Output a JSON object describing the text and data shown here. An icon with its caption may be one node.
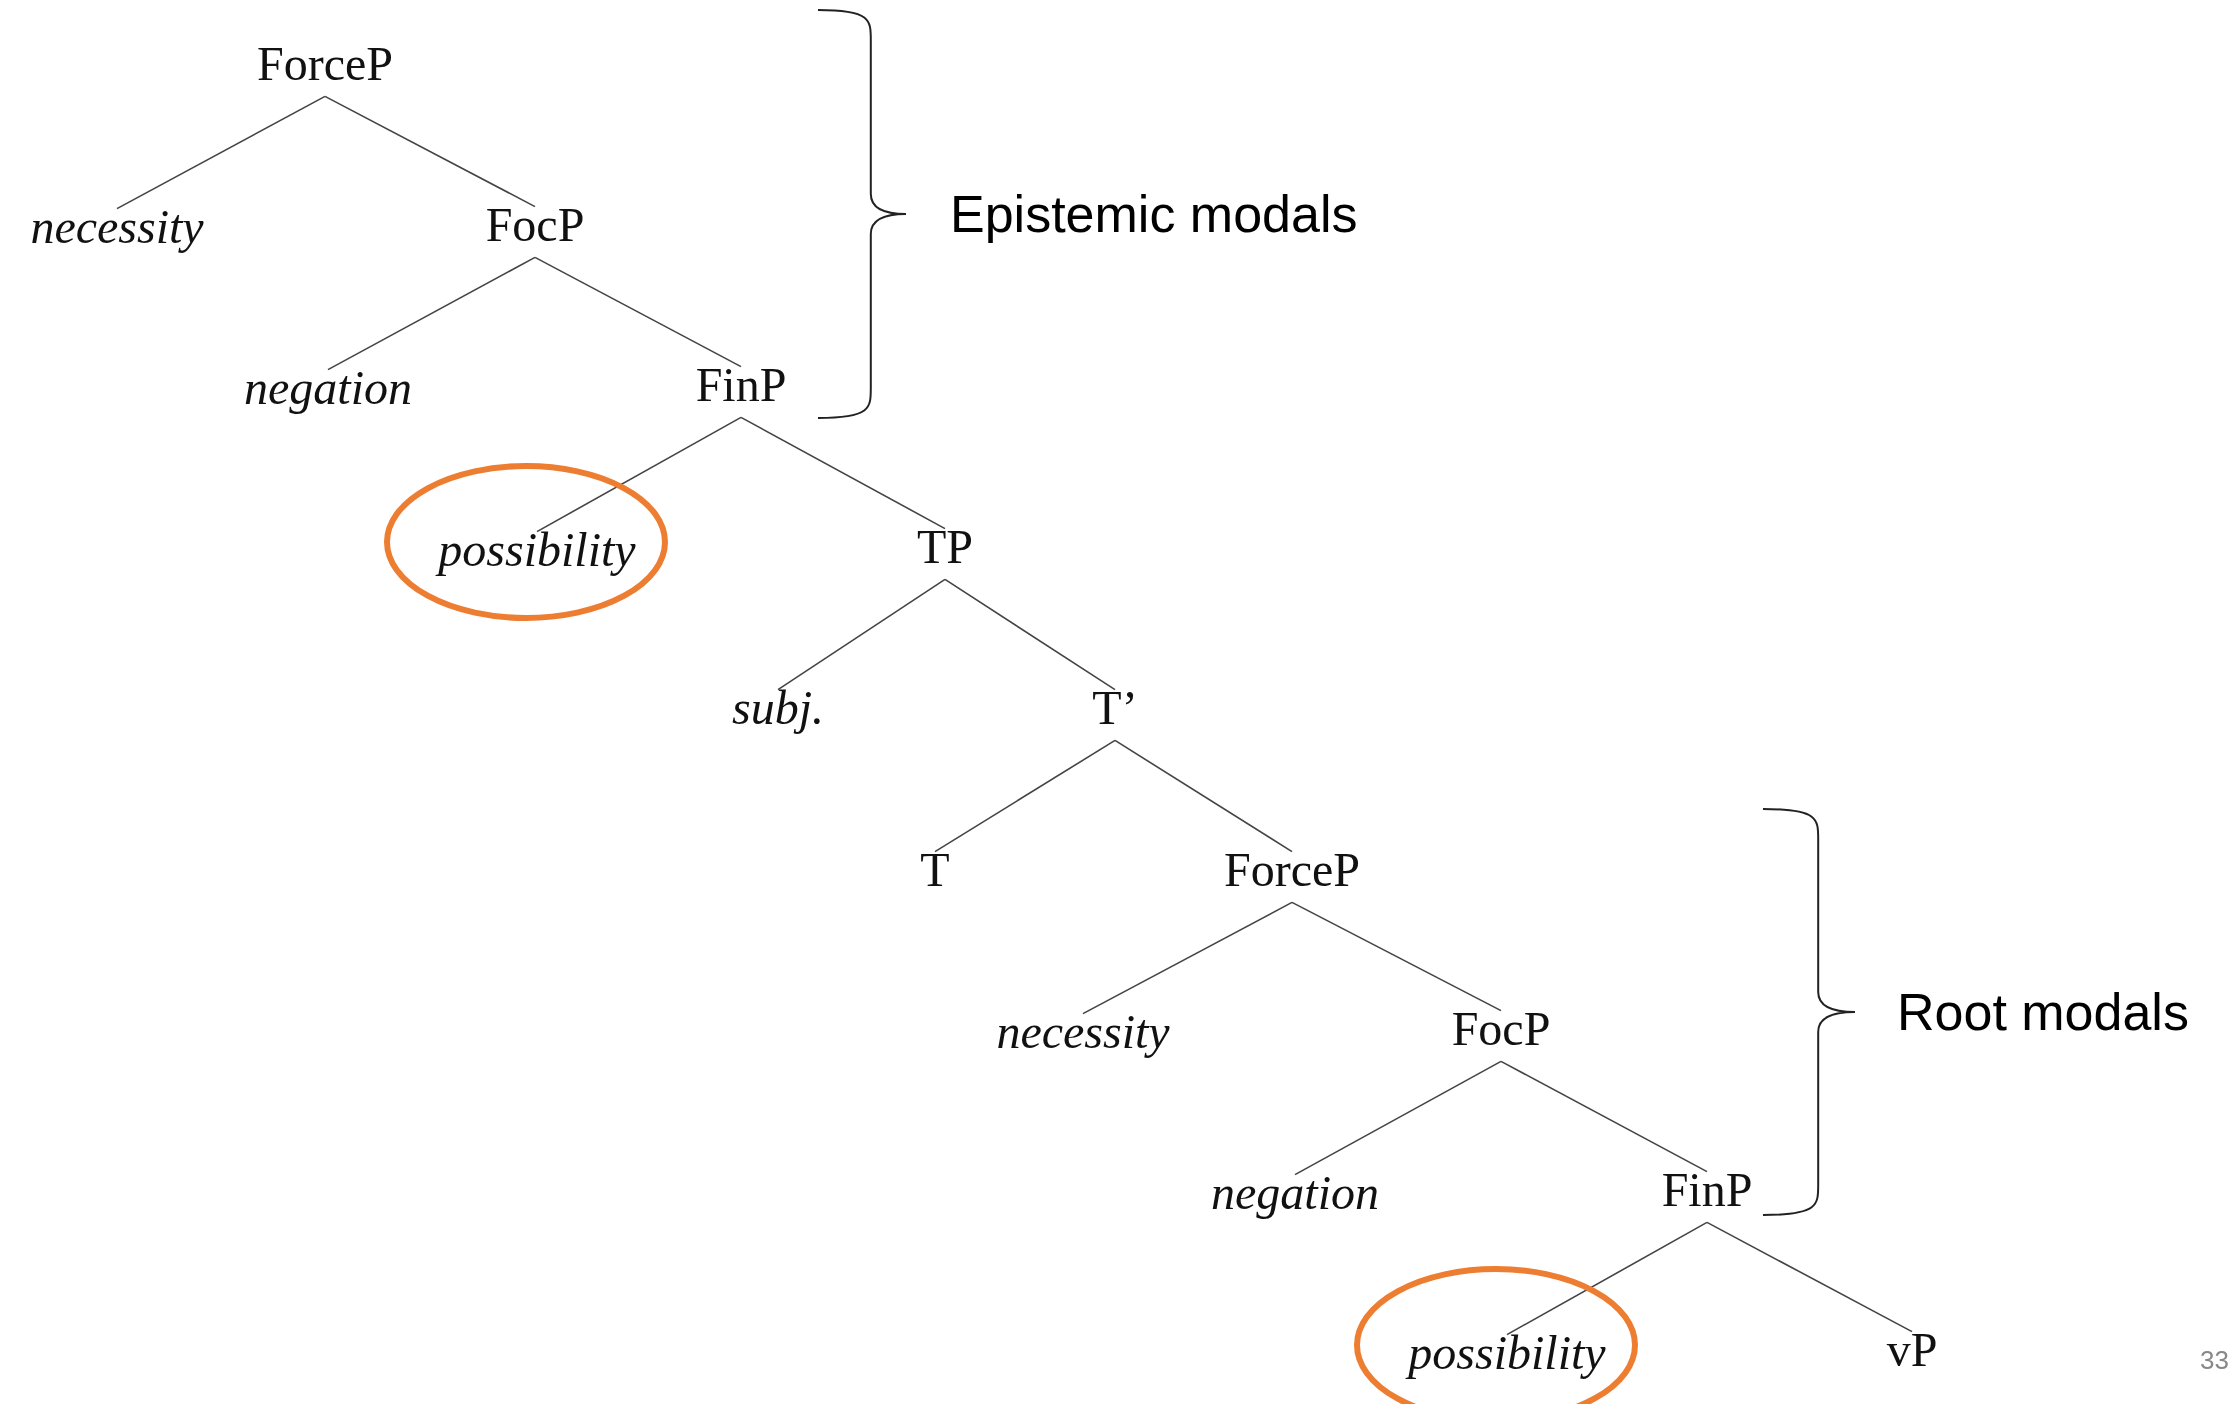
{
  "diagram": {
    "nodes": [
      {
        "text": [
          "ForceP"
        ]
      },
      {
        "text": [
          "necessity"
        ]
      },
      {
        "text": [
          "FocP"
        ]
      },
      {
        "text": [
          "negation"
        ]
      },
      {
        "text": [
          "FinP"
        ]
      },
      {
        "text": [
          "possibility"
        ]
      },
      {
        "text": [
          "TP"
        ]
      },
      {
        "text": [
          "subj."
        ]
      },
      {
        "text": [
          "T’"
        ]
      },
      {
        "text": [
          "T"
        ]
      },
      {
        "text": [
          "ForceP"
        ]
      },
      {
        "text": [
          "necessity"
        ]
      },
      {
        "text": [
          "FocP"
        ]
      },
      {
        "text": [
          "negation"
        ]
      },
      {
        "text": [
          "FinP"
        ]
      },
      {
        "text": [
          "possibility"
        ]
      },
      {
        "text": [
          "vP"
        ]
      }
    ],
    "edges": [
      {
        "from": 0,
        "to": 1,
        "arrow": "none"
      },
      {
        "from": 0,
        "to": 2,
        "arrow": "none"
      },
      {
        "from": 2,
        "to": 3,
        "arrow": "none"
      },
      {
        "from": 2,
        "to": 4,
        "arrow": "none"
      },
      {
        "from": 4,
        "to": 5,
        "arrow": "none"
      },
      {
        "from": 4,
        "to": 6,
        "arrow": "none"
      },
      {
        "from": 6,
        "to": 7,
        "arrow": "none"
      },
      {
        "from": 6,
        "to": 8,
        "arrow": "none"
      },
      {
        "from": 8,
        "to": 9,
        "arrow": "none"
      },
      {
        "from": 8,
        "to": 10,
        "arrow": "none"
      },
      {
        "from": 10,
        "to": 11,
        "arrow": "none"
      },
      {
        "from": 10,
        "to": 12,
        "arrow": "none"
      },
      {
        "from": 12,
        "to": 13,
        "arrow": "none"
      },
      {
        "from": 12,
        "to": 14,
        "arrow": "none"
      },
      {
        "from": 14,
        "to": 15,
        "arrow": "none"
      },
      {
        "from": 14,
        "to": 16,
        "arrow": "none"
      }
    ],
    "labels": [
      "Epistemic modals",
      "Root modals",
      "33"
    ]
  }
}
